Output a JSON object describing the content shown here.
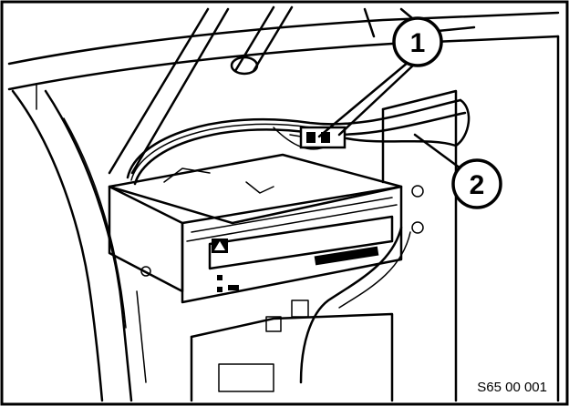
{
  "callouts": [
    {
      "label": "1"
    },
    {
      "label": "2"
    }
  ],
  "figure_code": "S65 00 001"
}
